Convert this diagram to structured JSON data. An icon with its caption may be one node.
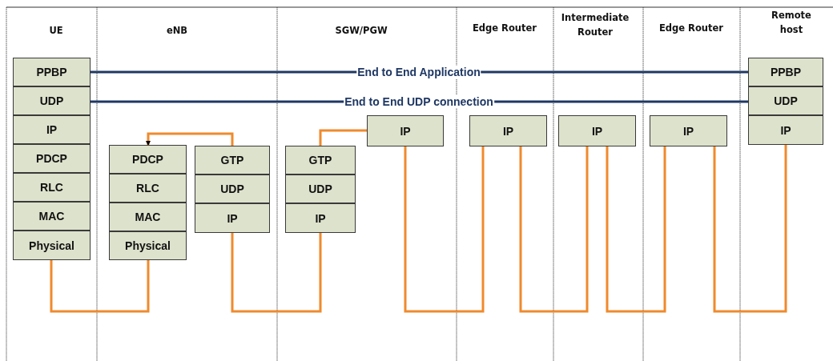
{
  "diagram": {
    "nodes": [
      {
        "text": [
          "PPBP"
        ]
      },
      {
        "text": [
          "UDP"
        ]
      },
      {
        "text": [
          "IP"
        ]
      },
      {
        "text": [
          "PDCP"
        ]
      },
      {
        "text": [
          "RLC"
        ]
      },
      {
        "text": [
          "MAC"
        ]
      },
      {
        "text": [
          "Physical"
        ]
      },
      {
        "text": [
          "PDCP"
        ]
      },
      {
        "text": [
          "RLC"
        ]
      },
      {
        "text": [
          "MAC"
        ]
      },
      {
        "text": [
          "Physical"
        ]
      },
      {
        "text": [
          "GTP"
        ]
      },
      {
        "text": [
          "UDP"
        ]
      },
      {
        "text": [
          "IP"
        ]
      },
      {
        "text": [
          "GTP"
        ]
      },
      {
        "text": [
          "UDP"
        ]
      },
      {
        "text": [
          "IP"
        ]
      },
      {
        "text": [
          "IP"
        ]
      },
      {
        "text": [
          "IP"
        ]
      },
      {
        "text": [
          "IP"
        ]
      },
      {
        "text": [
          "IP"
        ]
      },
      {
        "text": [
          "PPBP"
        ]
      },
      {
        "text": [
          "UDP"
        ]
      },
      {
        "text": [
          "IP"
        ]
      }
    ],
    "edges": [
      {
        "from": 0,
        "to": 21,
        "arrow": "none",
        "label": "End to End Application",
        "color": "#1f3864"
      },
      {
        "from": 1,
        "to": 22,
        "arrow": "none",
        "label": "End to End UDP connection",
        "color": "#1f3864"
      },
      {
        "from": 6,
        "to": 10,
        "arrow": "none"
      },
      {
        "from": 11,
        "to": 7,
        "arrow": "to"
      },
      {
        "from": 13,
        "to": 16,
        "arrow": "none"
      },
      {
        "from": 14,
        "to": 17,
        "arrow": "none"
      },
      {
        "from": 17,
        "to": 18,
        "arrow": "none"
      },
      {
        "from": 18,
        "to": 19,
        "arrow": "none"
      },
      {
        "from": 19,
        "to": 20,
        "arrow": "none"
      },
      {
        "from": 20,
        "to": 23,
        "arrow": "none"
      }
    ],
    "labels": [
      "UE",
      "eNB",
      "SGW/PGW",
      "Edge Router",
      "Intermediate Router",
      "Edge Router",
      "Remote host"
    ]
  }
}
